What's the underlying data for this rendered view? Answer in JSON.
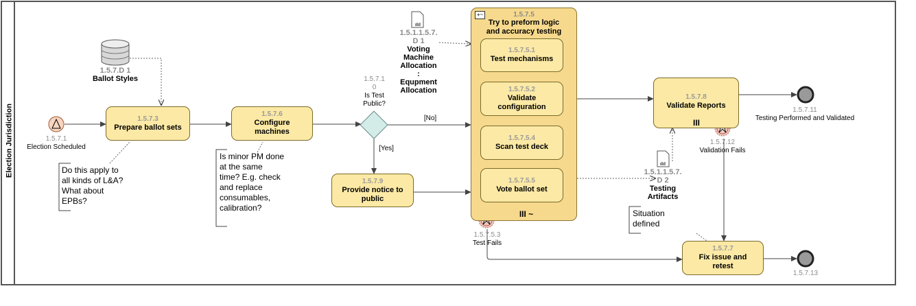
{
  "lane": {
    "title": "Election Jurisdiction"
  },
  "data_store": {
    "id": "1.5.7.D 1",
    "label": "Ballot Styles"
  },
  "start_event": {
    "id": "1.5.7.1",
    "label": "Election Scheduled"
  },
  "tasks": {
    "prepare": {
      "id": "1.5.7.3",
      "label": "Prepare ballot sets"
    },
    "configure": {
      "id": "1.5.7.6",
      "label": "Configure machines"
    },
    "notice": {
      "id": "1.5.7.9",
      "label": "Provide notice to public"
    },
    "validate_reports": {
      "id": "1.5.7.8",
      "label": "Validate Reports"
    },
    "fix": {
      "id": "1.5.7.7",
      "label": "Fix issue and retest"
    }
  },
  "gateway": {
    "id_line1": "1.5.7.1",
    "id_line2": "0",
    "label": "Is Test Public?",
    "no_label": "[No]",
    "yes_label": "[Yes]"
  },
  "subprocess": {
    "id": "1.5.7.5",
    "label": "Try to preform logic and accuracy testing",
    "expand_symbol": "+~",
    "marker": "III ~",
    "tasks": [
      {
        "id": "1.5.7.5.1",
        "label": "Test mechanisms"
      },
      {
        "id": "1.5.7.5.2",
        "label": "Validate configuration"
      },
      {
        "id": "1.5.7.5.4",
        "label": "Scan test deck"
      },
      {
        "id": "1.5.7.5.5",
        "label": "Vote ballot set"
      }
    ]
  },
  "data_objects": {
    "allocation": {
      "id_line1": "1.5.1.1.5.7.",
      "id_line2": "D 1",
      "label": "Voting Machine Allocation : Equpment Allocation"
    },
    "artifacts": {
      "id_line1": "1.5.1.1.5.7.",
      "id_line2": "D 2",
      "label": "Testing Artifacts"
    }
  },
  "validate_marker": "III",
  "boundary_events": {
    "test_fails": {
      "id": "1.5.7.5.3",
      "label": "Test Fails"
    },
    "validation_fails": {
      "id": "1.5.7.12",
      "label": "Validation Fails"
    }
  },
  "end_events": {
    "validated": {
      "id": "1.5.7.11",
      "label": "Testing Performed and Validated"
    },
    "fixed": {
      "id": "1.5.7.13"
    }
  },
  "annotations": {
    "epb": "Do this apply to all kinds of L&A? What about EPBs?",
    "pm": "Is minor PM done at the same time? E.g. check and replace consumables, calibration?",
    "situation": "Situation defined"
  }
}
